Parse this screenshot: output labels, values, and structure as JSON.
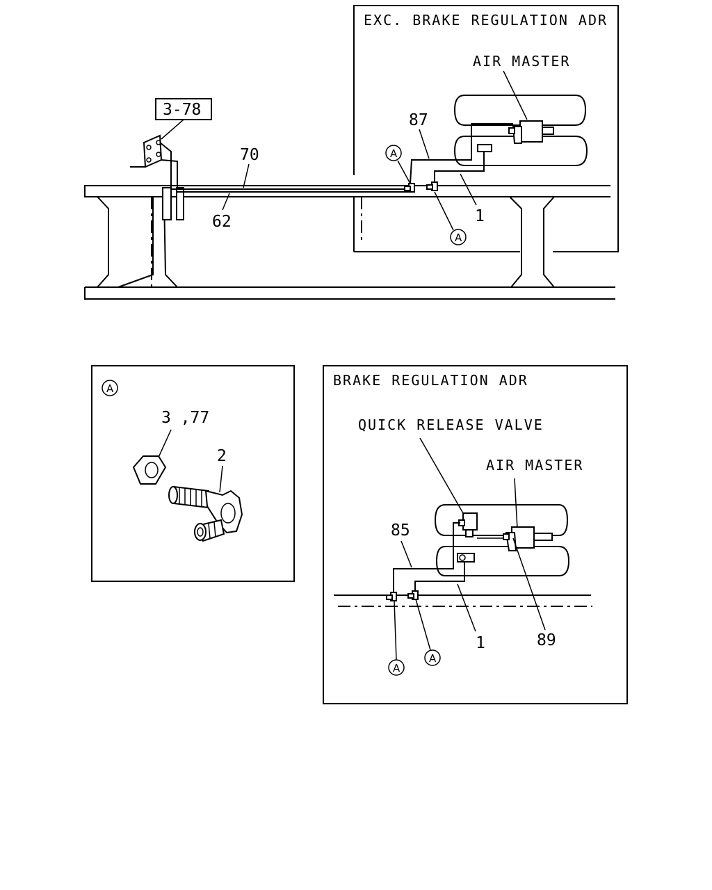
{
  "top_view": {
    "box_title": "EXC. BRAKE REGULATION ADR",
    "air_master_label": "AIR MASTER",
    "ref_label": "3-78",
    "callouts": {
      "c87": "87",
      "c70": "70",
      "c62": "62",
      "c1": "1"
    },
    "detail_marker": "A"
  },
  "detail_a": {
    "marker": "A",
    "callout_nut": "3 ,77",
    "callout_fitting": "2"
  },
  "bottom_view": {
    "box_title": "BRAKE REGULATION ADR",
    "quick_release_label": "QUICK RELEASE VALVE",
    "air_master_label": "AIR MASTER",
    "callouts": {
      "c85": "85",
      "c1": "1",
      "c89": "89"
    },
    "detail_marker": "A"
  }
}
